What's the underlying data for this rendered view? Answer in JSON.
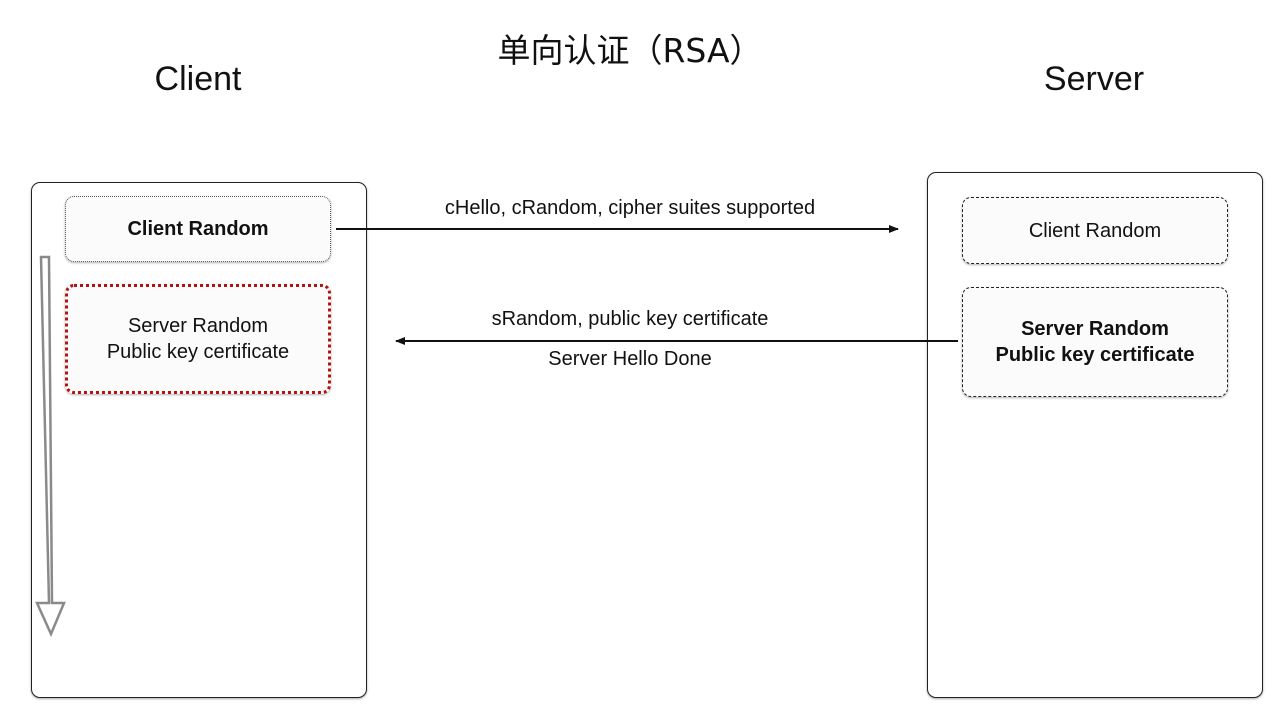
{
  "title": "单向认证（RSA）",
  "client": {
    "label": "Client",
    "boxes": [
      {
        "lines": [
          "Client Random"
        ],
        "bold": true
      },
      {
        "lines": [
          "Server Random",
          "Public key certificate"
        ],
        "bold": false
      }
    ]
  },
  "server": {
    "label": "Server",
    "boxes": [
      {
        "lines": [
          "Client Random"
        ],
        "bold": false
      },
      {
        "lines": [
          "Server Random",
          "Public key certificate"
        ],
        "bold": true
      }
    ]
  },
  "messages": [
    {
      "direction": "client-to-server",
      "label_above": "cHello, cRandom, cipher suites supported"
    },
    {
      "direction": "server-to-client",
      "label_above": "sRandom, public key certificate",
      "label_below": "Server Hello Done"
    }
  ],
  "colors": {
    "line": "#111111",
    "red_border": "#b3120e",
    "timeline_arrow": "#8a8a8a"
  }
}
